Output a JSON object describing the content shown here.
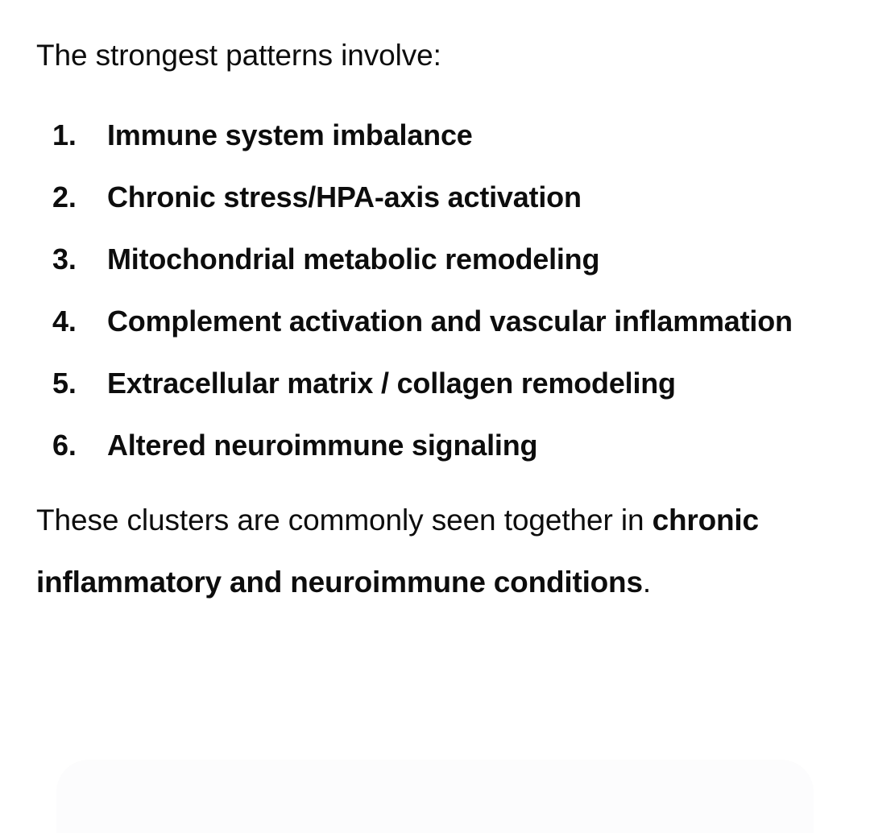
{
  "message": {
    "intro": "The strongest patterns involve:",
    "list": {
      "type": "ordered",
      "items": [
        {
          "marker": "1.",
          "text": "Immune system imbalance"
        },
        {
          "marker": "2.",
          "text": "Chronic stress/HPA-axis activation"
        },
        {
          "marker": "3.",
          "text": "Mitochondrial metabolic remodeling"
        },
        {
          "marker": "4.",
          "text": "Complement activation and vascular inflammation"
        },
        {
          "marker": "5.",
          "text": "Extracellular matrix / collagen remodeling"
        },
        {
          "marker": "6.",
          "text": "Altered neuroimmune signaling"
        }
      ]
    },
    "closing": {
      "lead": "These clusters are commonly seen together in ",
      "emphasis": "chronic inflammatory and neuroimmune conditions",
      "trail": "."
    }
  },
  "colors": {
    "background": "#ffffff",
    "text": "#0d0d0d",
    "composer_panel": "#fcfcfd"
  }
}
